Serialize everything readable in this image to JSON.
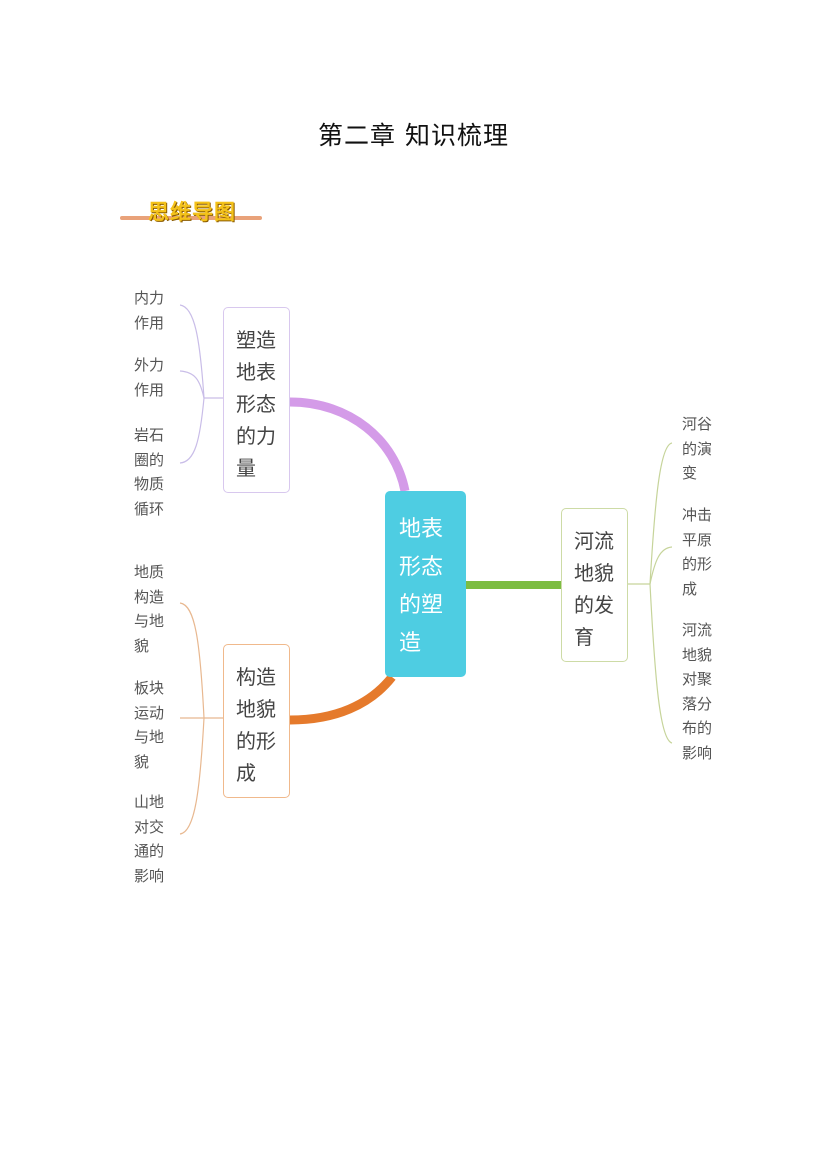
{
  "title": "第二章  知识梳理",
  "badge": "思维导图",
  "colors": {
    "center": "#4ecde2",
    "purple": "#d49be8",
    "orange": "#e57a2c",
    "green": "#7cbd42"
  },
  "center": "地表形态的塑造",
  "branches": [
    {
      "label": "塑造地表形态的力量",
      "leaves": [
        "内力作用",
        "外力作用",
        "岩石圈的物质循环"
      ]
    },
    {
      "label": "构造地貌的形成",
      "leaves": [
        "地质构造与地貌",
        "板块运动与地貌",
        "山地对交通的影响"
      ]
    },
    {
      "label": "河流地貌的发育",
      "leaves": [
        "河谷的演变",
        "冲击平原的形成",
        "河流地貌对聚落分布的影响"
      ]
    }
  ]
}
